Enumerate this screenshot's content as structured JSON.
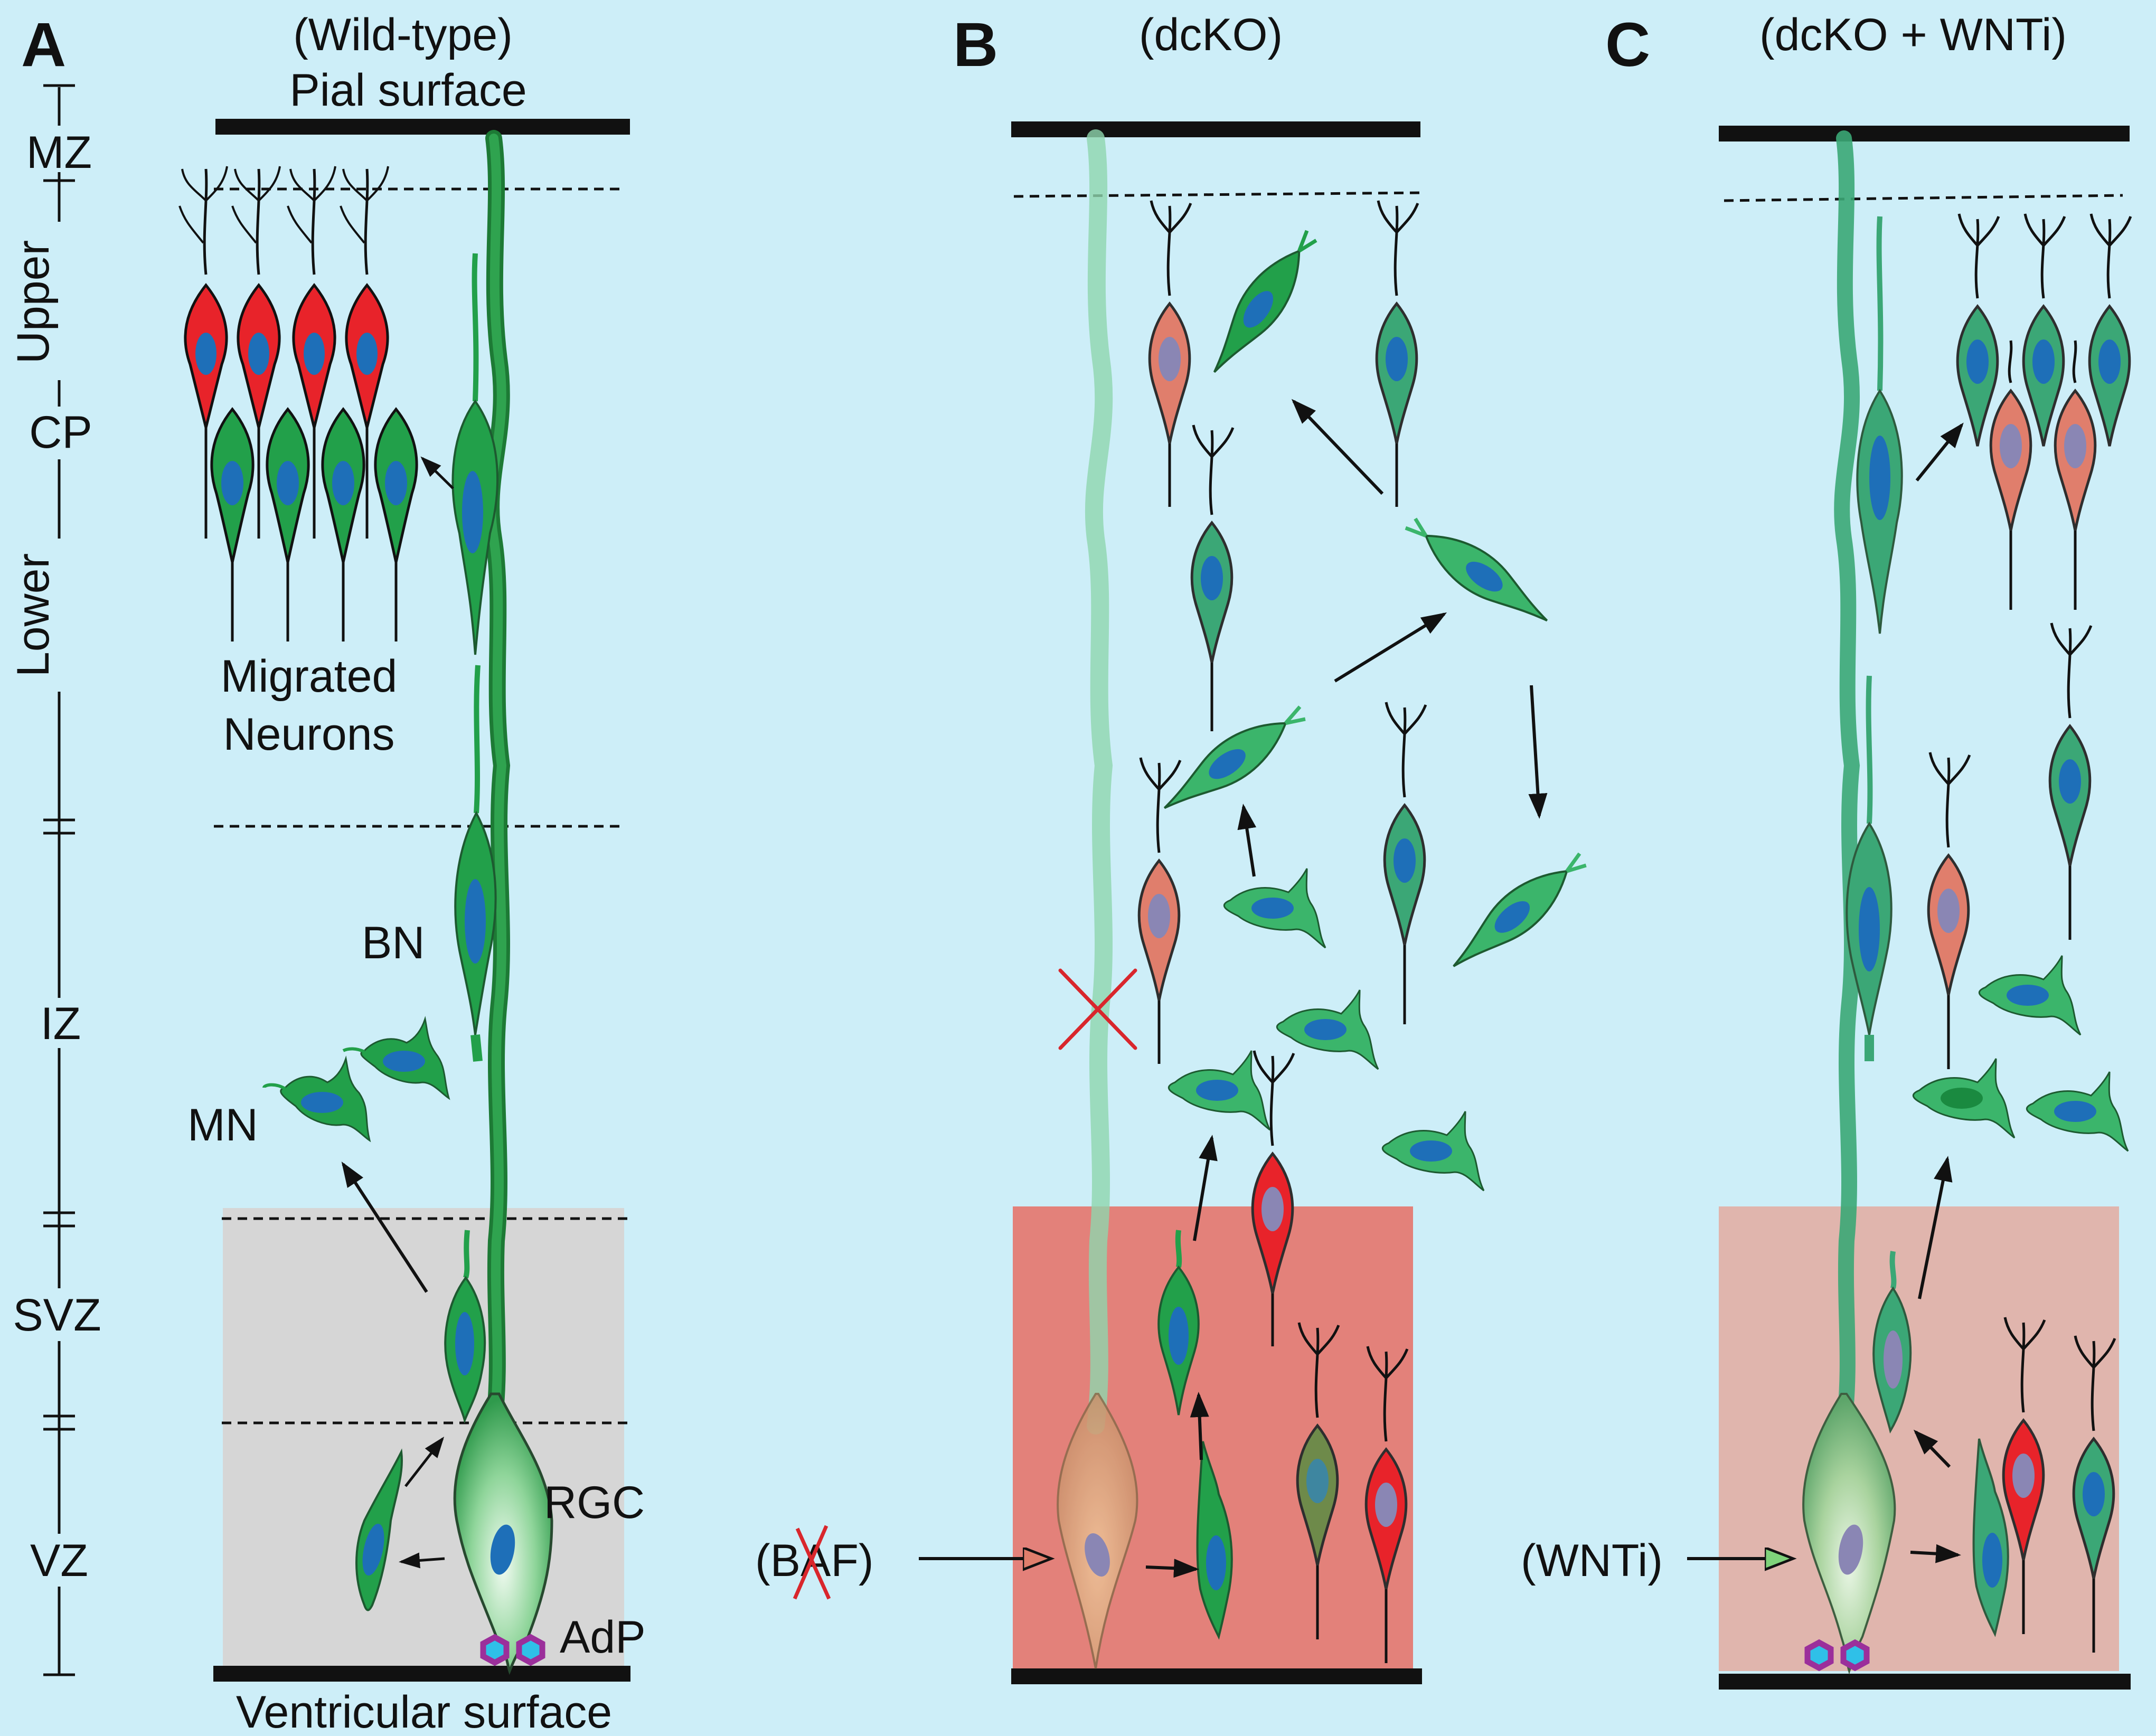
{
  "panels": [
    {
      "letter": "A",
      "condition": "(Wild-type)"
    },
    {
      "letter": "B",
      "condition": "(dcKO)"
    },
    {
      "letter": "C",
      "condition": "(dcKO + WNTi)"
    }
  ],
  "surfaces": {
    "pial": "Pial surface",
    "ventricular": "Ventricular surface"
  },
  "layers": {
    "mz": "MZ",
    "upper": "Upper",
    "cp": "CP",
    "lower": "Lower",
    "iz": "IZ",
    "svz": "SVZ",
    "vz": "VZ"
  },
  "cell_labels": {
    "migrated_neurons_1": "Migrated",
    "migrated_neurons_2": "Neurons",
    "bn": "BN",
    "mn": "MN",
    "rgc": "RGC",
    "adp": "AdP"
  },
  "inputs": {
    "baf_open": "(B",
    "baf_crossed": "A",
    "baf_close": "F)",
    "wnti": "(WNTi)"
  },
  "colors": {
    "background": "#cdeef8",
    "neuron_green": "#22a04a",
    "neuron_red": "#e8232a",
    "neuron_salmon": "#e07e6c",
    "nucleus_blue": "#1e6fb8",
    "vz_svz_wildtype": "#d6d6d6",
    "vz_svz_dcko": "#e3817a",
    "vz_svz_wnti": "#e0b5ad",
    "cross": "#d9262c"
  }
}
